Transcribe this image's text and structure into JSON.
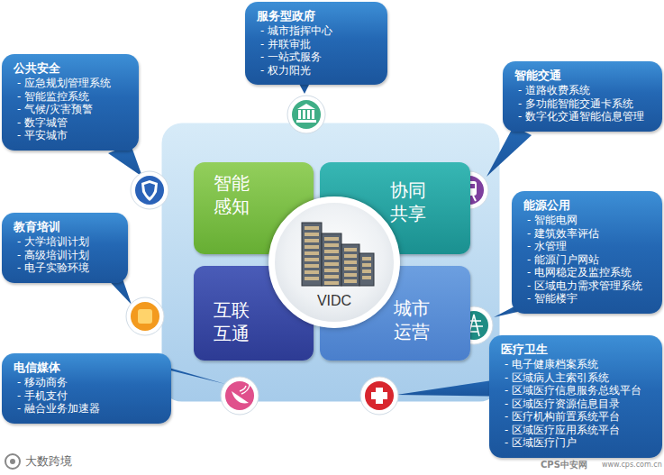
{
  "diagram": {
    "nodes": [
      {
        "text": [
          "服务型政府",
          "- 城市指挥中心",
          "- 并联审批",
          "- 一站式服务",
          "- 权力阳光"
        ]
      },
      {
        "text": [
          "公共安全",
          "- 应急规划管理系统",
          "- 智能监控系统",
          "- 气候/灾害预警",
          "- 数字城管",
          "- 平安城市"
        ]
      },
      {
        "text": [
          "智能交通",
          "- 道路收费系统",
          "- 多功能智能交通卡系统",
          "- 数字化交通智能信息管理"
        ]
      },
      {
        "text": [
          "智能 感知"
        ]
      },
      {
        "text": [
          "协同 共享"
        ]
      },
      {
        "text": [
          "VIDC"
        ]
      },
      {
        "text": [
          "能源公用",
          "- 智能电网",
          "- 建筑效率评估",
          "- 水管理",
          "- 能源门户网站",
          "- 电网稳定及监控系统",
          "- 区域电力需求管理系统",
          "- 智能楼宇"
        ]
      },
      {
        "text": [
          "教育培训",
          "- 大学培训计划",
          "- 高级培训计划",
          "- 电子实验环境"
        ]
      },
      {
        "text": [
          "互联 互通"
        ]
      },
      {
        "text": [
          "城市 运营"
        ]
      },
      {
        "text": [
          "电信媒体",
          "- 移动商务",
          "- 手机支付",
          "- 融合业务加速器"
        ]
      },
      {
        "text": [
          "医疗卫生",
          "- 电子健康档案系统",
          "- 区域病人主索引系统",
          "- 区域医疗信息服务总线平台",
          "- 区域医疗资源信息目录",
          "- 医疗机构前置系统平台",
          "- 区域医疗应用系统平台",
          "- 区域医疗门户"
        ]
      }
    ],
    "labels": [
      "大数跨境",
      "CPS中安网",
      "www.cps.com.cn"
    ]
  }
}
